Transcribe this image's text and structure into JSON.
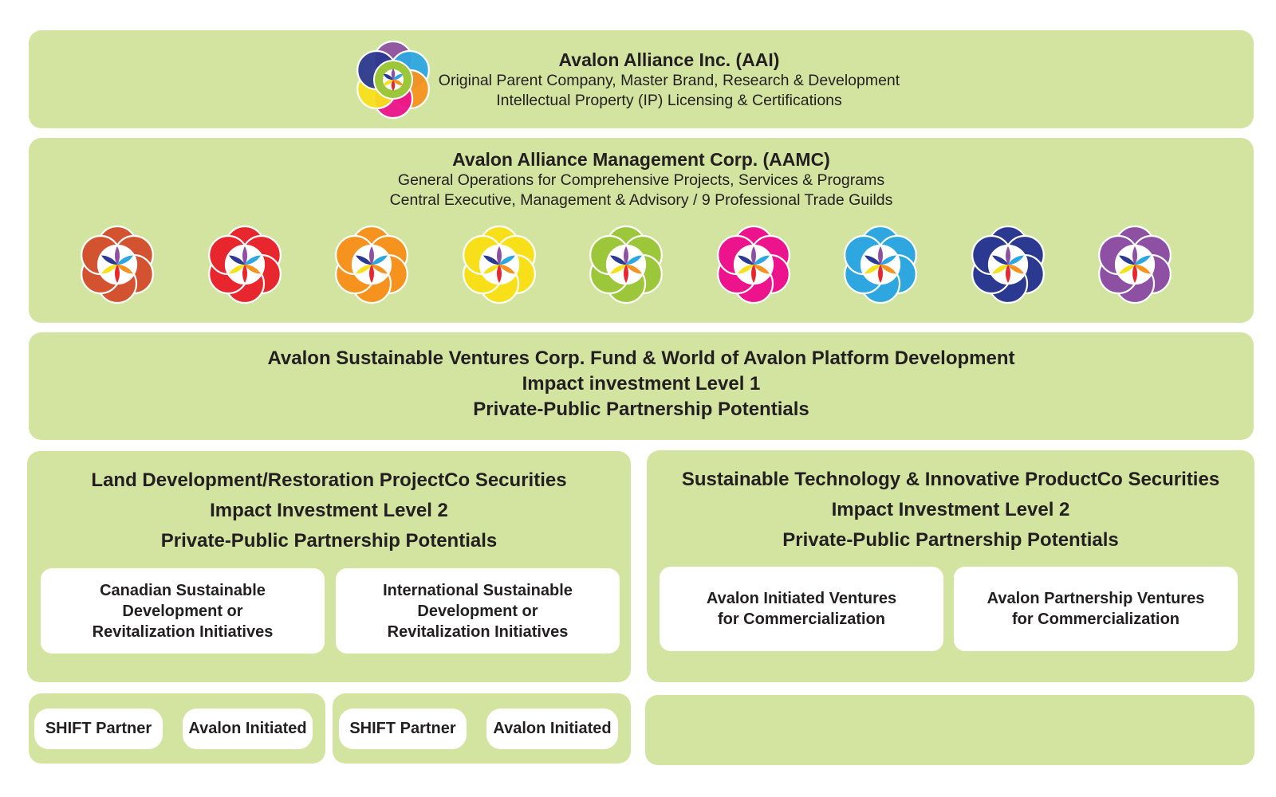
{
  "colors": {
    "panel": "#d3e4a0",
    "card": "#ffffff",
    "text": "#231f20"
  },
  "aai": {
    "title": "Avalon Alliance Inc. (AAI)",
    "line1": "Original Parent Company, Master Brand, Research & Development",
    "line2": "Intellectual Property (IP) Licensing & Certifications",
    "logo_icon": "flower-of-life-multicolor-icon"
  },
  "aamc": {
    "title": "Avalon Alliance Management Corp. (AAMC)",
    "line1": "General Operations for Comprehensive Projects, Services & Programs",
    "line2": "Central Executive, Management & Advisory / 9 Professional Trade Guilds",
    "guild_icons": [
      {
        "icon": "guild-flower-icon",
        "color": "#d35230"
      },
      {
        "icon": "guild-flower-icon",
        "color": "#e8262d"
      },
      {
        "icon": "guild-flower-icon",
        "color": "#f6921e"
      },
      {
        "icon": "guild-flower-icon",
        "color": "#f7e01a"
      },
      {
        "icon": "guild-flower-icon",
        "color": "#9dc73b"
      },
      {
        "icon": "guild-flower-icon",
        "color": "#ec138c"
      },
      {
        "icon": "guild-flower-icon",
        "color": "#2ea7e0"
      },
      {
        "icon": "guild-flower-icon",
        "color": "#2b3990"
      },
      {
        "icon": "guild-flower-icon",
        "color": "#8e50a2"
      }
    ]
  },
  "asv": {
    "line1": "Avalon Sustainable Ventures Corp. Fund & World of Avalon Platform Development",
    "line2": "Impact investment Level 1",
    "line3": "Private-Public Partnership Potentials"
  },
  "land": {
    "line1": "Land Development/Restoration ProjectCo Securities",
    "line2": "Impact Investment Level 2",
    "line3": "Private-Public Partnership Potentials",
    "cards": [
      {
        "lines": [
          "Canadian Sustainable",
          "Development  or",
          "Revitalization Initiatives"
        ]
      },
      {
        "lines": [
          "International Sustainable",
          "Development or",
          "Revitalization Initiatives"
        ]
      }
    ]
  },
  "tech": {
    "line1": "Sustainable Technology & Innovative ProductCo Securities",
    "line2": "Impact Investment Level 2",
    "line3": "Private-Public Partnership Potentials",
    "cards": [
      {
        "lines": [
          "Avalon Initiated Ventures",
          "for Commercialization"
        ]
      },
      {
        "lines": [
          "Avalon Partnership Ventures",
          "for Commercialization"
        ]
      }
    ]
  },
  "partners": {
    "group1": {
      "left": "SHIFT Partner",
      "right": "Avalon Initiated"
    },
    "group2": {
      "left": "SHIFT Partner",
      "right": "Avalon Initiated"
    }
  }
}
